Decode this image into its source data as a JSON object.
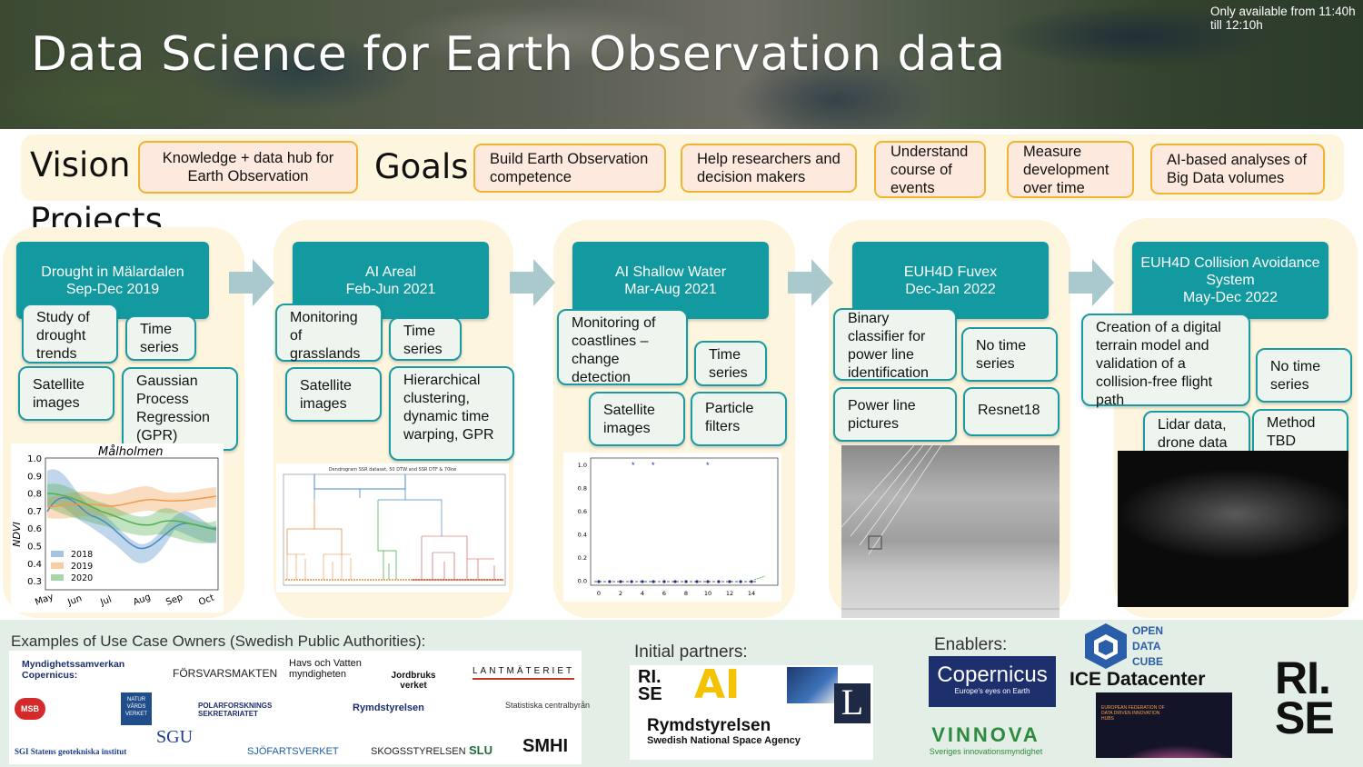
{
  "title": "Data Science for Earth Observation data",
  "availability": "Only  available  from 11:40h till 12:10h",
  "vision": {
    "label": "Vision",
    "text": "Knowledge + data hub for Earth Observation"
  },
  "goals": {
    "label": "Goals",
    "items": [
      "Build Earth Observation competence",
      "Help researchers and decision makers",
      "Understand course of events",
      "Measure development over time",
      "AI-based analyses of Big Data volumes"
    ]
  },
  "projects_label": "Projects",
  "projects": [
    {
      "name": "Drought in Mälardalen",
      "dates": "Sep-Dec 2019",
      "tags": [
        "Study of drought trends",
        "Time series",
        "Satellite images",
        "Gaussian Process Regression (GPR)"
      ]
    },
    {
      "name": "AI Areal",
      "dates": "Feb-Jun 2021",
      "tags": [
        "Monitoring of grasslands",
        "Time series",
        "Satellite images",
        "Hierarchical clustering, dynamic time warping, GPR"
      ]
    },
    {
      "name": "AI Shallow Water",
      "dates": "Mar-Aug 2021",
      "tags": [
        "Monitoring of coastlines – change detection",
        "Time series",
        "Satellite images",
        "Particle filters"
      ]
    },
    {
      "name": "EUH4D Fuvex",
      "dates": "Dec-Jan 2022",
      "tags": [
        "Binary classifier for power line identification",
        "No time series",
        "Power line pictures",
        "Resnet18"
      ]
    },
    {
      "name": "EUH4D Collision Avoidance System",
      "dates": "May-Dec 2022",
      "tags": [
        "Creation of a digital terrain model and validation of a collision-free flight path",
        "No time series",
        "Lidar data, drone data",
        "Method TBD"
      ]
    }
  ],
  "ndvi_chart": {
    "title": "Målholmen",
    "ylabel": "NDVI",
    "yticks": [
      "1.0",
      "0.9",
      "0.8",
      "0.7",
      "0.6",
      "0.5",
      "0.4",
      "0.3"
    ],
    "xticks": [
      "May",
      "Jun",
      "Jul",
      "Aug",
      "Sep",
      "Oct"
    ],
    "legend": [
      "2018",
      "2019",
      "2020"
    ],
    "colors": [
      "#4a8ac4",
      "#f29a4a",
      "#4eb04e"
    ]
  },
  "dendrogram": {
    "title": "Dendrogram SSR dataset, 50 DTW and SSR DTF & 70kw"
  },
  "scatter_chart": {
    "yticks": [
      "1.0",
      "0.8",
      "0.6",
      "0.4",
      "0.2",
      "0.0"
    ],
    "xticks": [
      "0",
      "2",
      "4",
      "6",
      "8",
      "10",
      "12",
      "14"
    ]
  },
  "bottom": {
    "use_case_heading": "Examples of Use Case Owners (Swedish Public Authorities):",
    "partners_heading": "Initial partners:",
    "enablers_heading": "Enablers:",
    "use_case_logos": [
      "Myndighetssamverkan Copernicus:",
      "FÖRSVARSMAKTEN",
      "Havs och Vatten myndigheten",
      "Jordbruks verket",
      "LANTMÄTERIET",
      "MSB",
      "NATUR VÅRDS VERKET",
      "POLARFORSKNINGS SEKRETARIATET",
      "Rymdstyrelsen",
      "Statistiska centralbyrån",
      "SGU",
      "SGI Statens geotekniska institut",
      "SJÖFARTSVERKET",
      "SKOGSSTYRELSEN",
      "SLU",
      "SMHI"
    ],
    "partner_logos": {
      "rise_top": "RI.",
      "rise_bottom": "SE",
      "ai": "AI",
      "rymd_title": "Rymdstyrelsen",
      "rymd_sub": "Swedish National Space Agency",
      "ltu_mark": "L"
    },
    "enabler_logos": {
      "copernicus_main": "opernicus",
      "copernicus_sub": "Europe's eyes on Earth",
      "vinnova_main": "VINNOVA",
      "vinnova_sub": "Sveriges innovationsmyndighet",
      "odc_lines": [
        "OPEN",
        "DATA",
        "CUBE"
      ],
      "ice": "ICE Datacenter",
      "euh_line1": "EUROPEAN FEDERATION OF",
      "euh_line2": "DATA DRIVEN INNOVATION",
      "euh_line3": "HUBS"
    },
    "rise_big_top": "RI.",
    "rise_big_bottom": "SE"
  }
}
